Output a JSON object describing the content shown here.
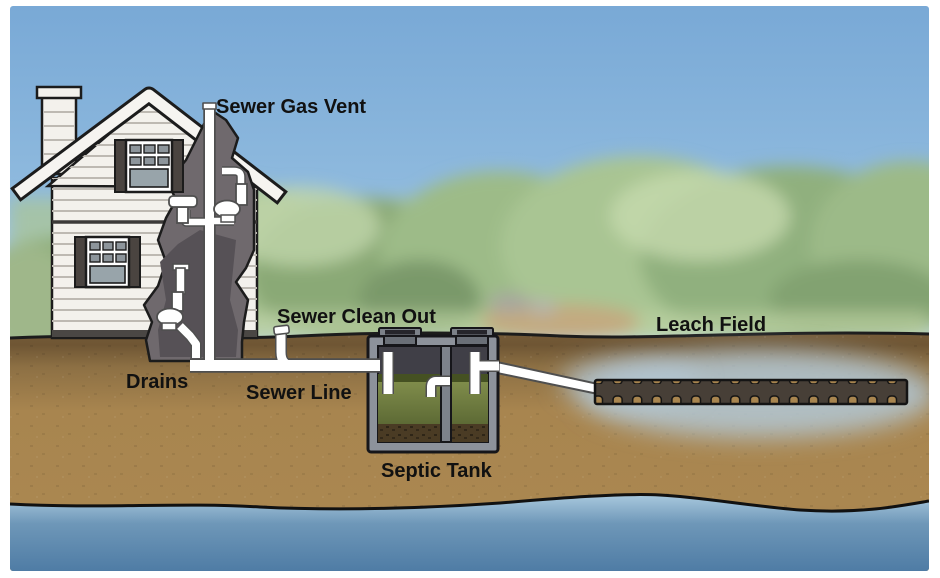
{
  "labels": {
    "sewer_gas_vent": "Sewer Gas Vent",
    "sewer_clean_out": "Sewer Clean Out",
    "drains": "Drains",
    "sewer_line": "Sewer Line",
    "septic_tank": "Septic Tank",
    "leach_field": "Leach Field"
  },
  "colors": {
    "sky": "#7cabd8",
    "foliage": "#9cba88",
    "soil": "#a8854f",
    "soil_dark": "#6f5634",
    "groundwater": "#4a78a2",
    "house_siding": "#f3f1ec",
    "cutaway_gray": "#6f696d",
    "cutaway_dark": "#565156",
    "pipe_white": "#ffffff",
    "pipe_outline": "#4f4f4f",
    "tank_concrete": "#8d929b",
    "tank_liquid": "#7c8a4e",
    "tank_sludge": "#4a3b24",
    "leach_chamber": "#473f37",
    "dispersal_glow": "#b3c8d6",
    "outline": "#1c1c1c",
    "label_text": "#111111",
    "frame": "#ffffff"
  },
  "scene": {
    "components": [
      "house-cutaway",
      "chimney",
      "roof",
      "upstairs-bathroom",
      "downstairs-toilet",
      "vent-stack",
      "house-drains",
      "sewer-line",
      "sewer-clean-out",
      "septic-tank",
      "tank-inlet-tee",
      "tank-outlet-tee",
      "tank-baffle",
      "leach-field-chambers",
      "ground-surface",
      "water-table",
      "tree-line",
      "sky"
    ]
  }
}
